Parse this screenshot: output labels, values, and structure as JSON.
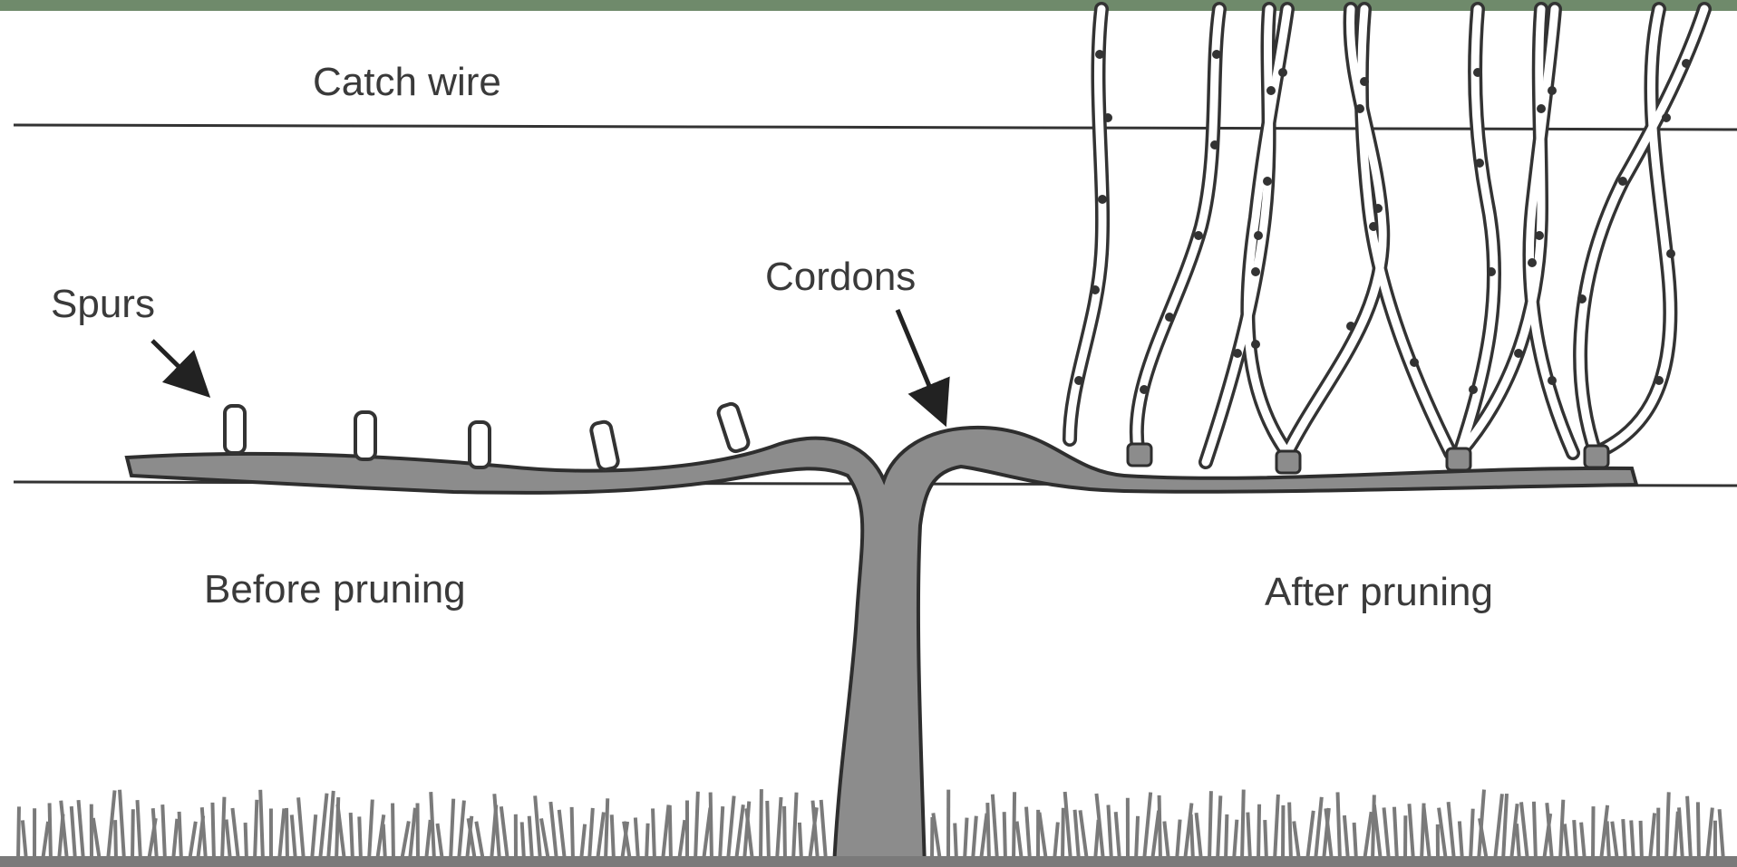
{
  "labels": {
    "catch_wire": "Catch wire",
    "spurs": "Spurs",
    "cordons": "Cordons",
    "before_pruning": "Before pruning",
    "after_pruning": "After pruning"
  },
  "colors": {
    "background": "#ffffff",
    "wire": "#333333",
    "vine_fill": "#8c8c8c",
    "vine_outline": "#2e2e2e",
    "grass": "#7a7a7a",
    "text": "#3a3a3a",
    "top_strip": "#6f8a6b"
  }
}
